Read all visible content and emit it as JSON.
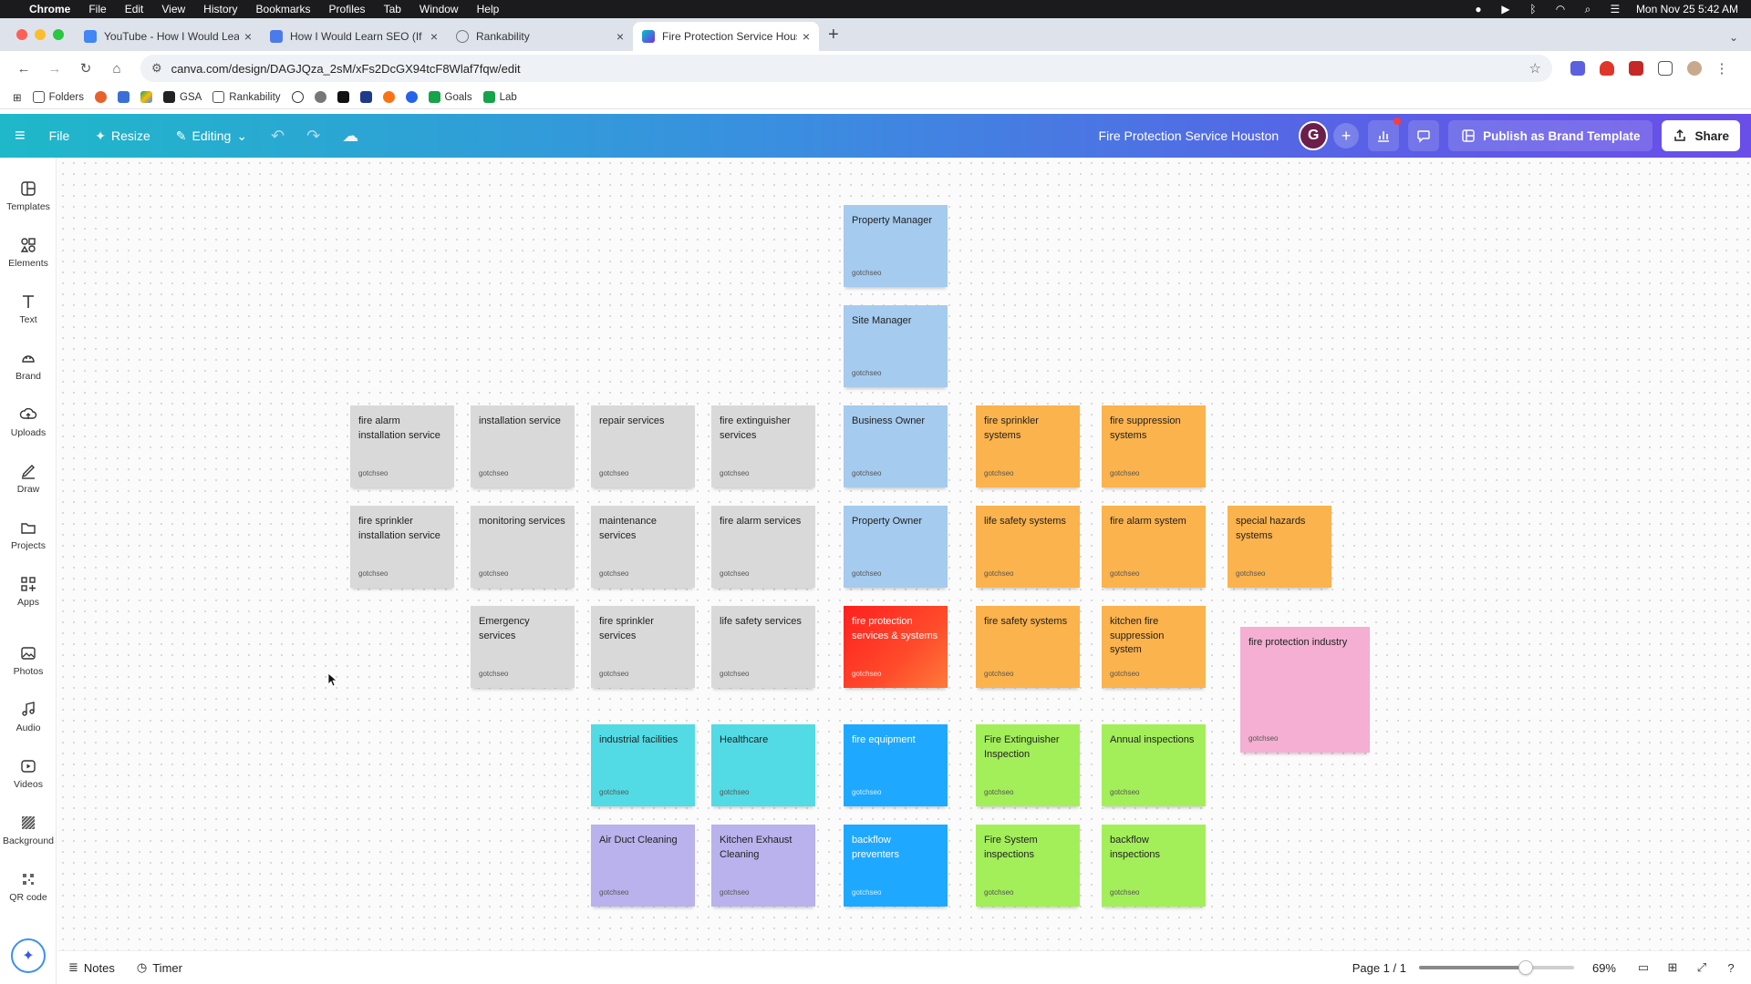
{
  "os_menu": {
    "app": "Chrome",
    "items": [
      "File",
      "Edit",
      "View",
      "History",
      "Bookmarks",
      "Profiles",
      "Tab",
      "Window",
      "Help"
    ],
    "datetime": "Mon Nov 25  5:42 AM"
  },
  "tabs": [
    {
      "title": "YouTube - How I Would Learn",
      "color": "#4285f4"
    },
    {
      "title": "How I Would Learn SEO (If I C",
      "color": "#4b7bea"
    },
    {
      "title": "Rankability",
      "color": "#777777"
    },
    {
      "title": "Fire Protection Service Houst",
      "color": "#7d2ae8"
    }
  ],
  "address": {
    "url": "canva.com/design/DAGJQza_2sM/xFs2DcGX94tcF8Wlaf7fqw/edit"
  },
  "bookmarks": [
    {
      "label": "Folders",
      "icon": "folder-icon"
    },
    {
      "label": "",
      "icon": "app-icon"
    },
    {
      "label": "",
      "icon": "calendar-icon"
    },
    {
      "label": "",
      "icon": "drive-icon"
    },
    {
      "label": "GSA",
      "icon": "g-icon"
    },
    {
      "label": "Rankability",
      "icon": "folder-icon"
    },
    {
      "label": "",
      "icon": "circle-icon"
    },
    {
      "label": "",
      "icon": "gear-icon"
    },
    {
      "label": "",
      "icon": "h-icon"
    },
    {
      "label": "",
      "icon": "k-icon"
    },
    {
      "label": "",
      "icon": "link-icon"
    },
    {
      "label": "",
      "icon": "c-icon"
    },
    {
      "label": "Goals",
      "icon": "sheet-icon"
    },
    {
      "label": "Lab",
      "icon": "sheet-icon"
    }
  ],
  "canva_header": {
    "file": "File",
    "resize": "Resize",
    "editing": "Editing",
    "doc_title": "Fire Protection Service Houston",
    "avatar": "G",
    "publish": "Publish as Brand Template",
    "share": "Share"
  },
  "side_items": [
    {
      "label": "Templates",
      "icon": "templates-icon"
    },
    {
      "label": "Elements",
      "icon": "elements-icon"
    },
    {
      "label": "Text",
      "icon": "text-icon"
    },
    {
      "label": "Brand",
      "icon": "brand-icon"
    },
    {
      "label": "Uploads",
      "icon": "uploads-icon"
    },
    {
      "label": "Draw",
      "icon": "draw-icon"
    },
    {
      "label": "Projects",
      "icon": "projects-icon"
    },
    {
      "label": "Apps",
      "icon": "apps-icon"
    },
    {
      "label": "Photos",
      "icon": "photos-icon"
    },
    {
      "label": "Audio",
      "icon": "audio-icon"
    },
    {
      "label": "Videos",
      "icon": "videos-icon"
    },
    {
      "label": "Background",
      "icon": "background-icon"
    },
    {
      "label": "QR code",
      "icon": "qr-code-icon"
    }
  ],
  "notes": [
    {
      "text": "Property Manager",
      "author": "gotchseo",
      "color": "blue"
    },
    {
      "text": "Site Manager",
      "author": "gotchseo",
      "color": "blue"
    },
    {
      "text": "fire alarm installation service",
      "author": "gotchseo",
      "color": "gray"
    },
    {
      "text": "installation service",
      "author": "gotchseo",
      "color": "gray"
    },
    {
      "text": "repair services",
      "author": "gotchseo",
      "color": "gray"
    },
    {
      "text": "fire extinguisher services",
      "author": "gotchseo",
      "color": "gray"
    },
    {
      "text": "Business Owner",
      "author": "gotchseo",
      "color": "blue"
    },
    {
      "text": "fire sprinkler systems",
      "author": "gotchseo",
      "color": "orange"
    },
    {
      "text": "fire suppression systems",
      "author": "gotchseo",
      "color": "orange"
    },
    {
      "text": "fire sprinkler installation service",
      "author": "gotchseo",
      "color": "gray"
    },
    {
      "text": "monitoring services",
      "author": "gotchseo",
      "color": "gray"
    },
    {
      "text": "maintenance services",
      "author": "gotchseo",
      "color": "gray"
    },
    {
      "text": "fire alarm services",
      "author": "gotchseo",
      "color": "gray"
    },
    {
      "text": "Property Owner",
      "author": "gotchseo",
      "color": "blue"
    },
    {
      "text": "life safety systems",
      "author": "gotchseo",
      "color": "orange"
    },
    {
      "text": "fire alarm system",
      "author": "gotchseo",
      "color": "orange"
    },
    {
      "text": "special hazards systems",
      "author": "gotchseo",
      "color": "orange"
    },
    {
      "text": "Emergency services",
      "author": "gotchseo",
      "color": "gray"
    },
    {
      "text": "fire sprinkler services",
      "author": "gotchseo",
      "color": "gray"
    },
    {
      "text": "life safety services",
      "author": "gotchseo",
      "color": "gray"
    },
    {
      "text": "fire protection services & systems",
      "author": "gotchseo",
      "color": "red"
    },
    {
      "text": "fire safety systems",
      "author": "gotchseo",
      "color": "orange"
    },
    {
      "text": "kitchen fire suppression system",
      "author": "gotchseo",
      "color": "orange"
    },
    {
      "text": "fire protection industry",
      "author": "gotchseo",
      "color": "pink"
    },
    {
      "text": "industrial facilities",
      "author": "gotchseo",
      "color": "teal"
    },
    {
      "text": "Healthcare",
      "author": "gotchseo",
      "color": "teal"
    },
    {
      "text": "fire equipment",
      "author": "gotchseo",
      "color": "skyblue"
    },
    {
      "text": "Fire Extinguisher Inspection",
      "author": "gotchseo",
      "color": "lime"
    },
    {
      "text": "Annual inspections",
      "author": "gotchseo",
      "color": "lime"
    },
    {
      "text": "Air Duct Cleaning",
      "author": "gotchseo",
      "color": "lavender"
    },
    {
      "text": "Kitchen Exhaust Cleaning",
      "author": "gotchseo",
      "color": "lavender"
    },
    {
      "text": "backflow preventers",
      "author": "gotchseo",
      "color": "skyblue"
    },
    {
      "text": "Fire System inspections",
      "author": "gotchseo",
      "color": "lime"
    },
    {
      "text": "backflow inspections",
      "author": "gotchseo",
      "color": "lime"
    }
  ],
  "bottom_bar": {
    "notes": "Notes",
    "timer": "Timer",
    "page": "Page 1 / 1",
    "zoom": "69%",
    "zoom_fraction": 0.69
  },
  "colors": {
    "brand_gradient_start": "#1fb8c9",
    "brand_gradient_end": "#6a4ee8"
  }
}
